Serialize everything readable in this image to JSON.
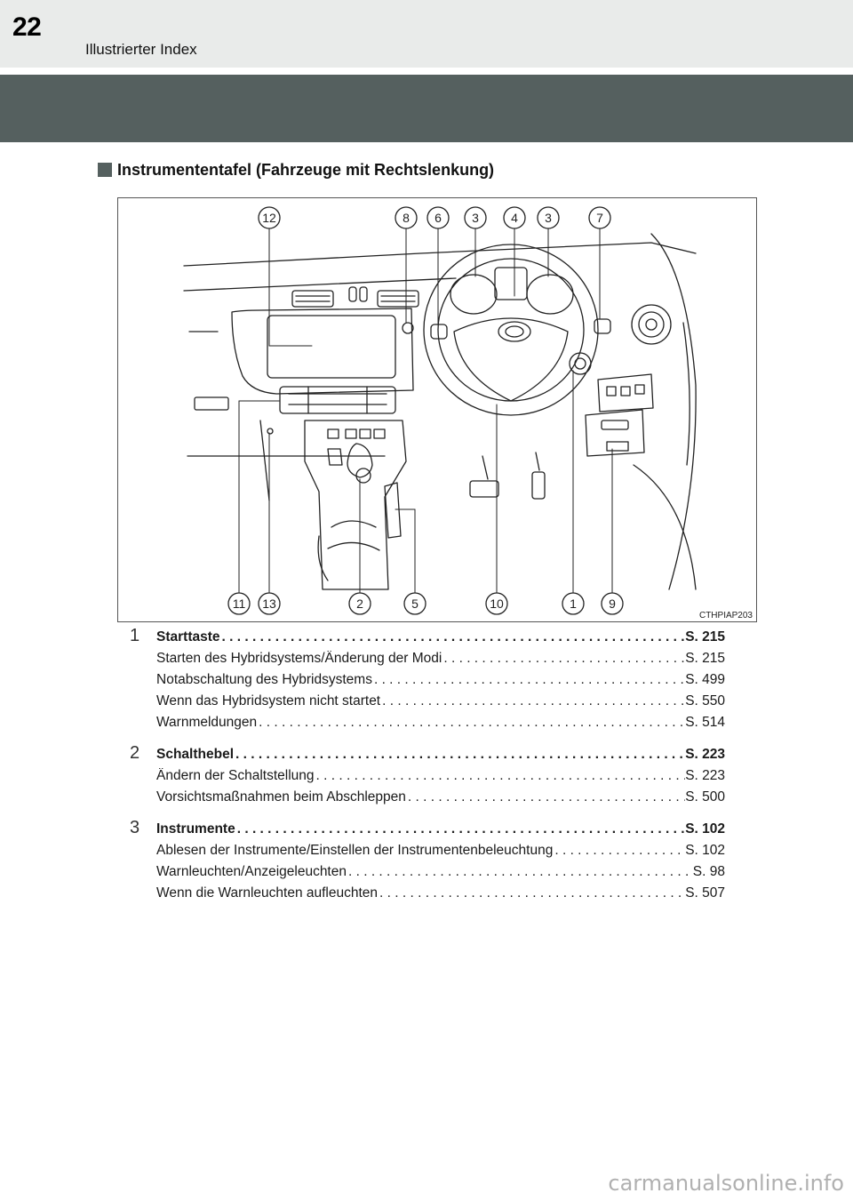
{
  "header": {
    "page_number": "22",
    "title": "Illustrierter Index"
  },
  "section": {
    "title": "Instrumententafel (Fahrzeuge mit Rechtslenkung)"
  },
  "figure": {
    "code": "CTHPIAP203",
    "top_callouts": [
      "12",
      "8",
      "6",
      "3",
      "4",
      "3",
      "7"
    ],
    "bottom_callouts": [
      "11",
      "13",
      "2",
      "5",
      "10",
      "1",
      "9"
    ]
  },
  "entries": [
    {
      "num": "1",
      "main": {
        "label": "Starttaste",
        "page": "S. 215"
      },
      "subs": [
        {
          "label": "Starten des Hybridsystems/Änderung der Modi",
          "page": "S. 215"
        },
        {
          "label": "Notabschaltung des Hybridsystems",
          "page": "S. 499"
        },
        {
          "label": "Wenn das Hybridsystem nicht startet",
          "page": "S. 550"
        },
        {
          "label": "Warnmeldungen",
          "page": "S. 514"
        }
      ]
    },
    {
      "num": "2",
      "main": {
        "label": "Schalthebel",
        "page": "S. 223"
      },
      "subs": [
        {
          "label": "Ändern der Schaltstellung",
          "page": "S. 223"
        },
        {
          "label": "Vorsichtsmaßnahmen beim Abschleppen",
          "page": "S. 500"
        }
      ]
    },
    {
      "num": "3",
      "main": {
        "label": "Instrumente",
        "page": "S. 102"
      },
      "subs": [
        {
          "label": "Ablesen der Instrumente/Einstellen der Instrumentenbeleuchtung",
          "page": "S. 102"
        },
        {
          "label": "Warnleuchten/Anzeigeleuchten",
          "page": "S. 98"
        },
        {
          "label": "Wenn die Warnleuchten aufleuchten",
          "page": "S. 507"
        }
      ]
    }
  ],
  "watermark": "carmanualsonline.info"
}
